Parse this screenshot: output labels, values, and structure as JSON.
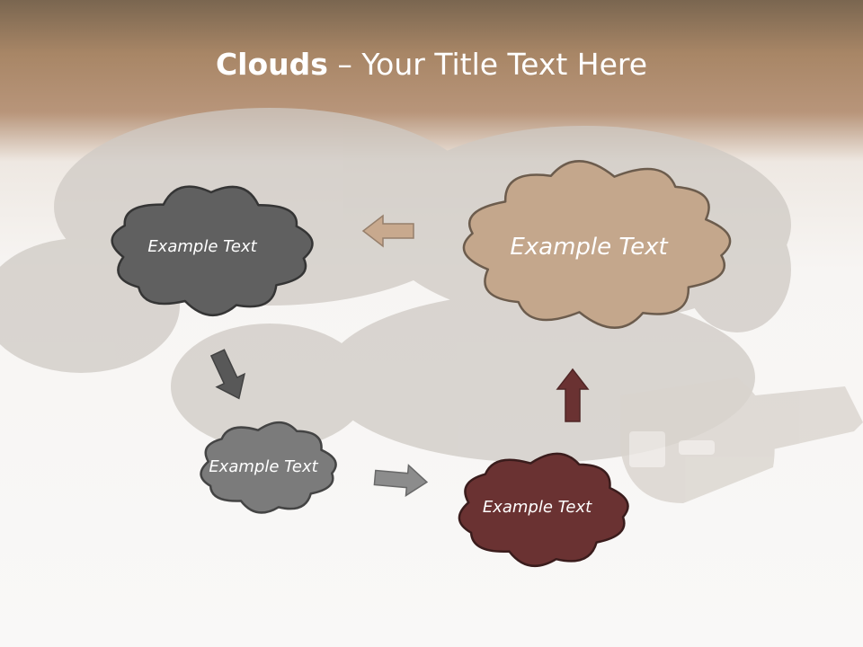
{
  "title": {
    "bold": "Clouds",
    "separator": "–",
    "rest": "Your Title Text Here"
  },
  "clouds": [
    {
      "label": "Example Text",
      "color": "#606060"
    },
    {
      "label": "Example Text",
      "color": "#c4a78c"
    },
    {
      "label": "Example Text",
      "color": "#7b7b7b"
    },
    {
      "label": "Example Text",
      "color": "#6a3232"
    }
  ],
  "arrows": [
    {
      "direction": "left",
      "color": "#c8a98e"
    },
    {
      "direction": "down-right",
      "color": "#585858"
    },
    {
      "direction": "right",
      "color": "#8c8c8c"
    },
    {
      "direction": "up",
      "color": "#6a3232"
    }
  ],
  "colors": {
    "header": "#a88666",
    "background": "#f7f5f3",
    "title_text": "#ffffff"
  }
}
